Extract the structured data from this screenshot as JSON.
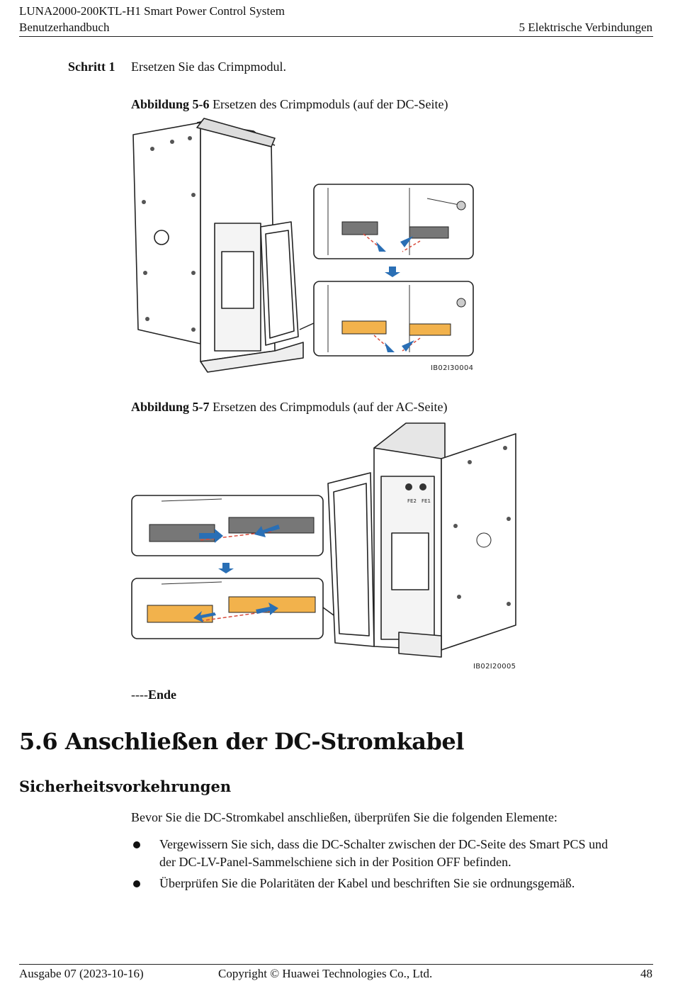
{
  "header": {
    "product": "LUNA2000-200KTL-H1 Smart Power Control System",
    "manual": "Benutzerhandbuch",
    "chapter": "5 Elektrische Verbindungen"
  },
  "step": {
    "label": "Schritt 1",
    "text": "Ersetzen Sie das Crimpmodul."
  },
  "figure1": {
    "label": "Abbildung 5-6",
    "title": "Ersetzen des Crimpmoduls (auf der DC-Seite)",
    "id": "IB02I30004"
  },
  "figure2": {
    "label": "Abbildung 5-7",
    "title": "Ersetzen des Crimpmoduls (auf der AC-Seite)",
    "id": "IB02I20005",
    "switch_labels": [
      "FE2",
      "FE1"
    ]
  },
  "end_marker": {
    "dashes": "----",
    "word": "Ende"
  },
  "section": {
    "title": "5.6 Anschließen der DC-Stromkabel"
  },
  "subsection": {
    "title": "Sicherheitsvorkehrungen"
  },
  "intro": "Bevor Sie die DC-Stromkabel anschließen, überprüfen Sie die folgenden Elemente:",
  "bullets": [
    {
      "line1": "Vergewissern Sie sich, dass die DC-Schalter zwischen der DC-Seite des Smart PCS und",
      "line2": "der DC-LV-Panel-Sammelschiene sich in der Position OFF befinden."
    },
    {
      "line1": "Überprüfen Sie die Polaritäten der Kabel und beschriften Sie sie ordnungsgemäß.",
      "line2": ""
    }
  ],
  "footer": {
    "edition": "Ausgabe 07 (2023-10-16)",
    "copyright": "Copyright © Huawei Technologies Co., Ltd.",
    "page": "48"
  },
  "colors": {
    "module_orange": "#f2b24c",
    "arrow_blue": "#2a6fb5",
    "dash_red": "#d84a3a"
  }
}
